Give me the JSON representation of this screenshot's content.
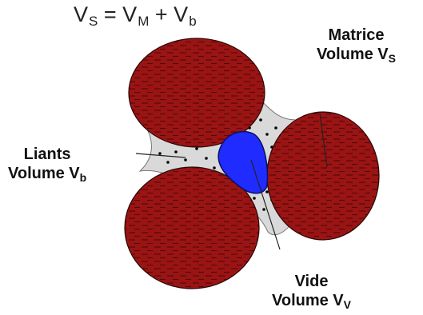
{
  "formula": {
    "lhs_main": "V",
    "lhs_sub": "S",
    "eq": "=",
    "t1_main": "V",
    "t1_sub": "M",
    "plus": "+",
    "t2_main": "V",
    "t2_sub": "b"
  },
  "labels": {
    "matrice": {
      "line1": "Matrice",
      "line2_main": "Volume V",
      "line2_sub": "S"
    },
    "liants": {
      "line1": "Liants",
      "line2_main": "Volume V",
      "line2_sub": "b"
    },
    "vide": {
      "line1": "Vide",
      "line2_main": "Volume V",
      "line2_sub": "V"
    }
  },
  "colors": {
    "grain": "#9b1414",
    "grain_outline": "#2a0505",
    "binder": "#d9d9d9",
    "void": "#1f2bff",
    "void_outline": "#0b0f66",
    "dots": "#000000"
  },
  "icons": {
    "grain": "red-aggregate-grain",
    "binder": "grey-binder-matrix",
    "void": "blue-void-pore"
  }
}
